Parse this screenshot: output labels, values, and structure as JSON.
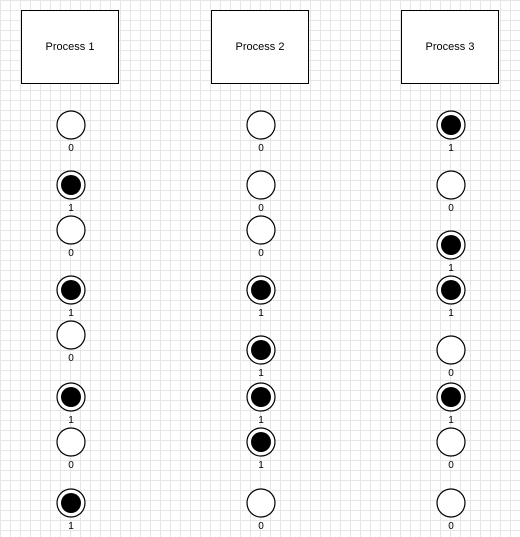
{
  "processes": [
    {
      "label": "Process 1",
      "bits": [
        "0",
        "1",
        "0",
        "1",
        "0",
        "1",
        "0",
        "1"
      ]
    },
    {
      "label": "Process 2",
      "bits": [
        "0",
        "0",
        "0",
        "1",
        "1",
        "1",
        "1",
        "0"
      ]
    },
    {
      "label": "Process 3",
      "bits": [
        "1",
        "0",
        "1",
        "1",
        "0",
        "1",
        "0",
        "0"
      ]
    }
  ],
  "colors": {
    "filled": "#000000",
    "stroke": "#000000",
    "empty": "#ffffff"
  }
}
